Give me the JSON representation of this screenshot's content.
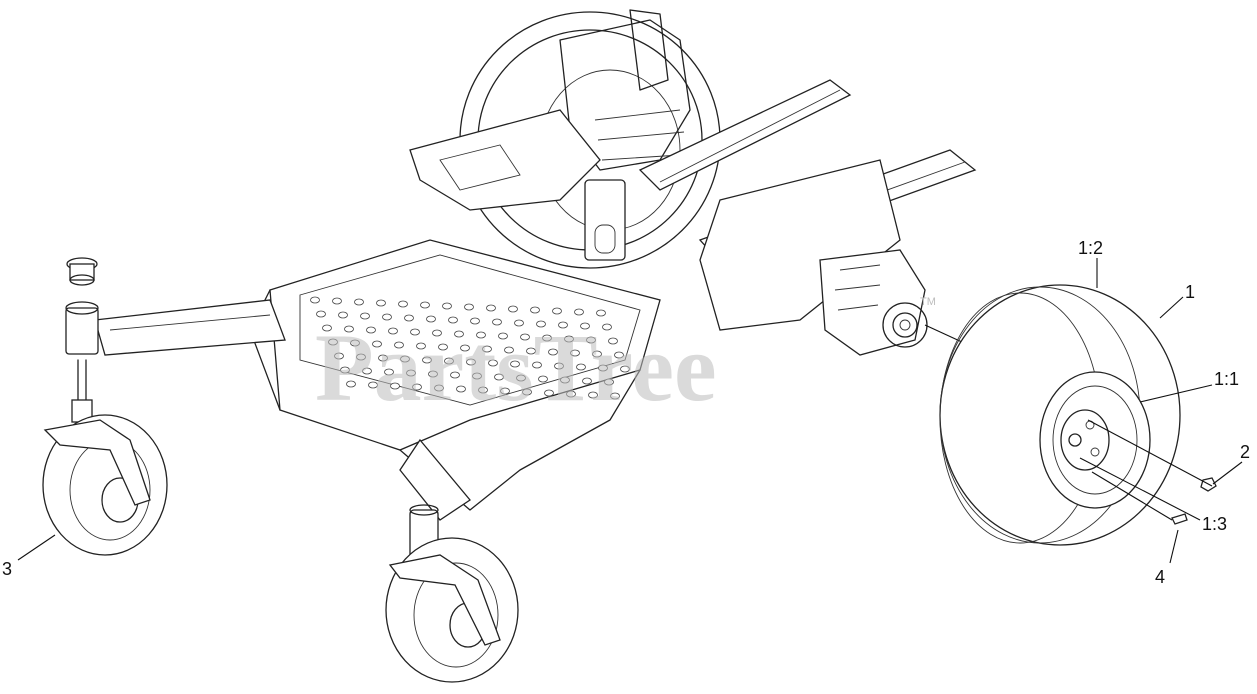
{
  "watermark": {
    "text": "PartsTree",
    "trademark": "TM"
  },
  "callouts": [
    {
      "id": "1",
      "label": "1"
    },
    {
      "id": "1-1",
      "label": "1:1"
    },
    {
      "id": "1-2",
      "label": "1:2"
    },
    {
      "id": "1-3",
      "label": "1:3"
    },
    {
      "id": "2",
      "label": "2"
    },
    {
      "id": "3",
      "label": "3"
    },
    {
      "id": "4",
      "label": "4"
    }
  ]
}
